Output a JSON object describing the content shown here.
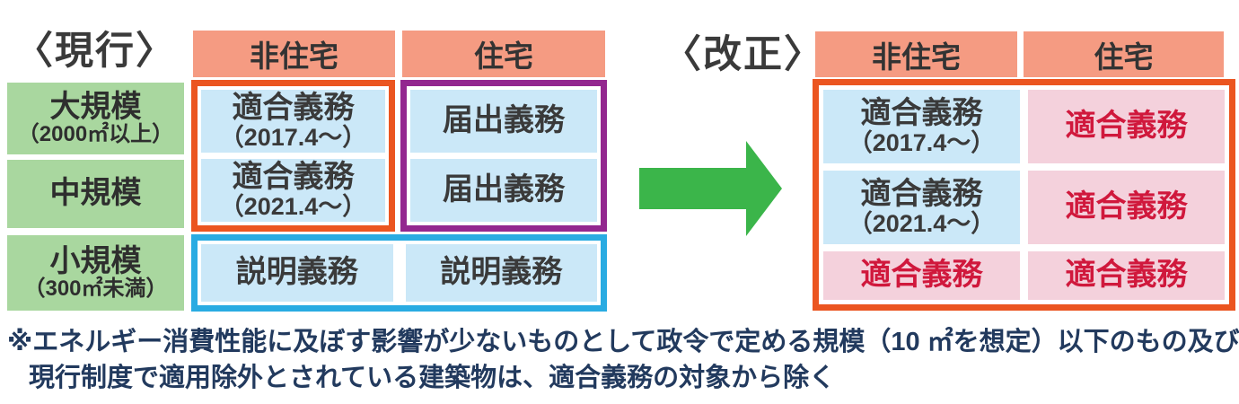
{
  "current": {
    "title": "〈現行〉",
    "col_headers": [
      "非住宅",
      "住宅"
    ],
    "rows": [
      {
        "header": {
          "main": "大規模",
          "sub": "（2000㎡以上）"
        },
        "cells": [
          {
            "main": "適合義務",
            "sub": "（2017.4～）"
          },
          {
            "main": "届出義務",
            "sub": ""
          }
        ]
      },
      {
        "header": {
          "main": "中規模",
          "sub": ""
        },
        "cells": [
          {
            "main": "適合義務",
            "sub": "（2021.4～）"
          },
          {
            "main": "届出義務",
            "sub": ""
          }
        ]
      },
      {
        "header": {
          "main": "小規模",
          "sub": "（300㎡未満）"
        },
        "cells": [
          {
            "main": "説明義務",
            "sub": ""
          },
          {
            "main": "説明義務",
            "sub": ""
          }
        ]
      }
    ]
  },
  "revised": {
    "title": "〈改正〉",
    "col_headers": [
      "非住宅",
      "住宅"
    ],
    "rows": [
      {
        "cells": [
          {
            "main": "適合義務",
            "sub": "（2017.4～）",
            "emphasis": false
          },
          {
            "main": "適合義務",
            "sub": "",
            "emphasis": true
          }
        ]
      },
      {
        "cells": [
          {
            "main": "適合義務",
            "sub": "（2021.4～）",
            "emphasis": false
          },
          {
            "main": "適合義務",
            "sub": "",
            "emphasis": true
          }
        ]
      },
      {
        "cells": [
          {
            "main": "適合義務",
            "sub": "",
            "emphasis": true
          },
          {
            "main": "適合義務",
            "sub": "",
            "emphasis": true
          }
        ]
      }
    ]
  },
  "note": {
    "line1": "※エネルギー消費性能に及ぼす影響が少ないものとして政令で定める規模（10 ㎡を想定）以下のもの及び、",
    "line2": "現行制度で適用除外とされている建築物は、適合義務の対象から除く"
  },
  "colors": {
    "header_salmon": "#F59B82",
    "row_header_green": "#A9D79F",
    "cell_blue": "#CBE8F8",
    "cell_pink": "#F4D1DC",
    "border_orange": "#EB5520",
    "border_purple": "#93278F",
    "border_cyan": "#29ABE2",
    "arrow_green": "#3BB54A",
    "text_dark": "#333333",
    "text_red": "#D0183C",
    "note_navy": "#223A5E"
  }
}
